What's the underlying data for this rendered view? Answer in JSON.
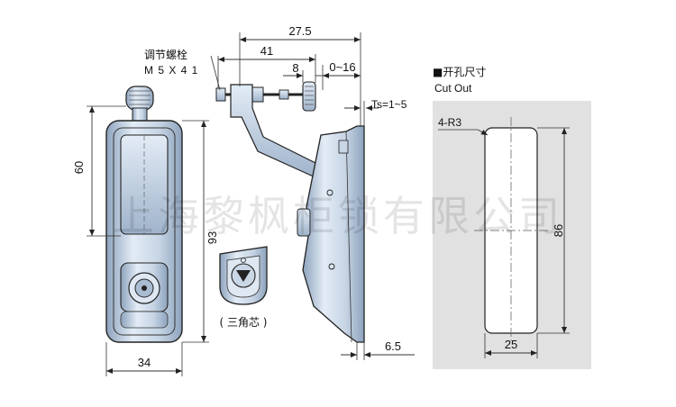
{
  "colors": {
    "metal_light": "#e3ecf6",
    "metal_mid": "#b9c9dc",
    "metal_dark": "#8da3bd",
    "panel_bg": "#e1e1e1",
    "line": "#222222",
    "dim_line": "#333333"
  },
  "front_view": {
    "dim_height_60": "60",
    "dim_height_93": "93",
    "dim_width_34": "34"
  },
  "side_view": {
    "bolt_label_cn": "调节螺栓",
    "bolt_label_spec": "M 5 X 4 1",
    "dim_27_5": "27.5",
    "dim_41": "41",
    "dim_8": "8",
    "dim_0_16": "0~16",
    "dim_ts": "Ts=1~5",
    "dim_6_5": "6.5"
  },
  "insert_view": {
    "caption": "( 三角芯 )",
    "icon": "triangle-key-icon"
  },
  "cutout": {
    "title_cn": "■开孔尺寸",
    "title_en": "Cut Out",
    "radius_label": "4-R3",
    "dim_height": "86",
    "dim_width": "25"
  },
  "watermark": "上海黎枫柜锁有限公司"
}
